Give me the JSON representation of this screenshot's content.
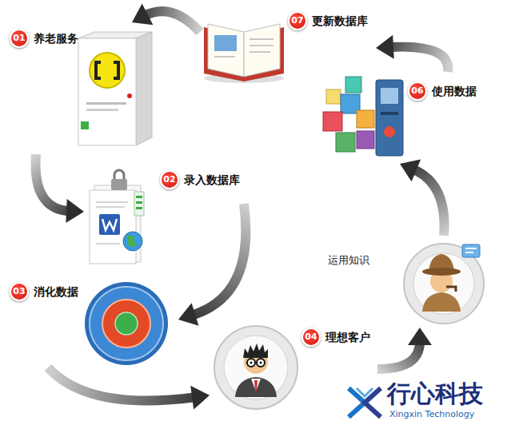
{
  "diagram": {
    "nodes": [
      {
        "text": [
          "01",
          "养老服务"
        ]
      },
      {
        "text": [
          "02",
          "录入数据库"
        ]
      },
      {
        "text": [
          "03",
          "消化数据"
        ]
      },
      {
        "text": [
          "04",
          "理想客户"
        ]
      },
      {
        "text": [
          "运用知识"
        ]
      },
      {
        "text": [
          "06",
          "使用数据"
        ]
      },
      {
        "text": [
          "07",
          "更新数据库"
        ]
      }
    ],
    "edges": [
      {
        "from": 0,
        "to": 1,
        "arrow": "to"
      },
      {
        "from": 1,
        "to": 2,
        "arrow": "to"
      },
      {
        "from": 2,
        "to": 3,
        "arrow": "to"
      },
      {
        "from": 3,
        "to": 4,
        "arrow": "to"
      },
      {
        "from": 4,
        "to": 5,
        "arrow": "to"
      },
      {
        "from": 5,
        "to": 6,
        "arrow": "to"
      },
      {
        "from": 6,
        "to": 0,
        "arrow": "to"
      }
    ],
    "labels": [
      "行心科技",
      "Xingxin Technology"
    ]
  }
}
